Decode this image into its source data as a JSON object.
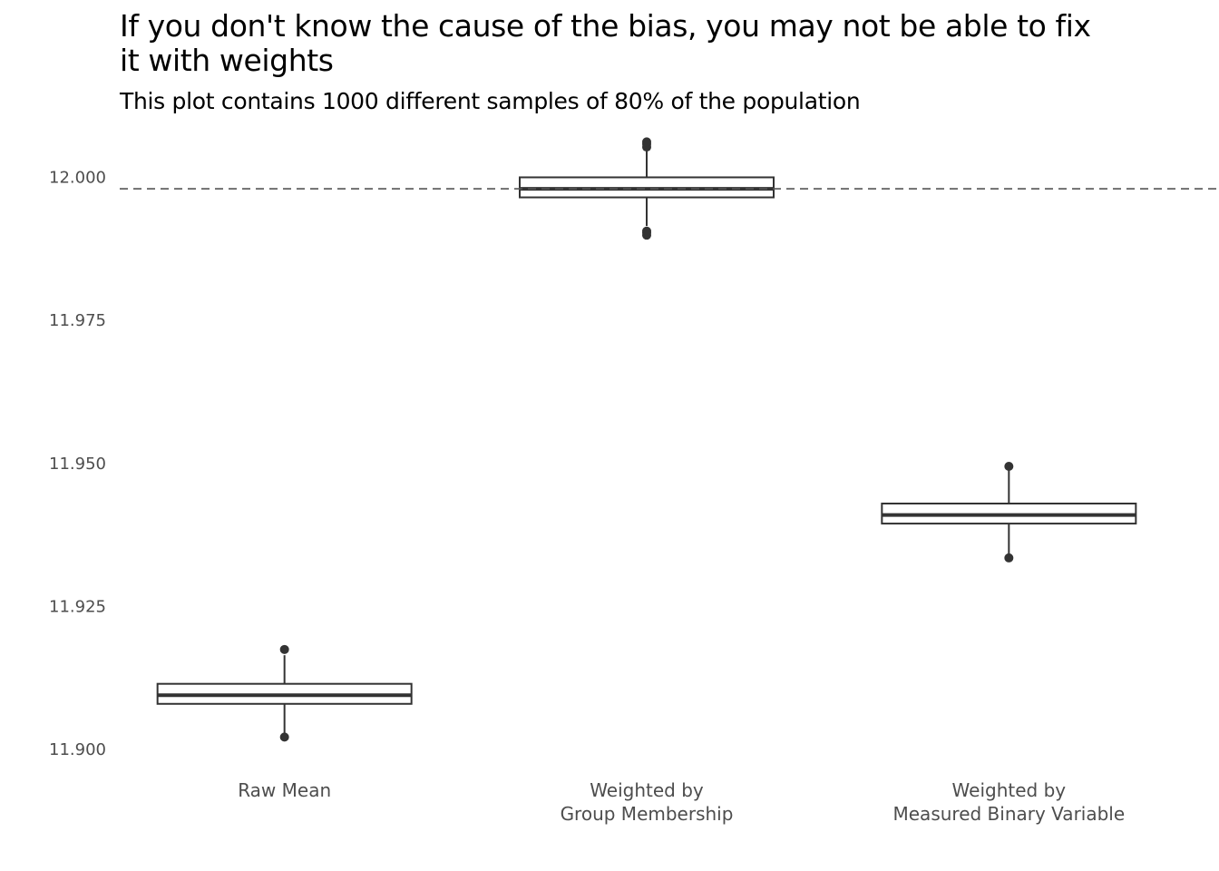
{
  "chart_data": {
    "type": "boxplot",
    "title": "If you don't know the cause of the bias, you may not be able to fix it with weights",
    "subtitle": "This plot contains 1000 different samples of 80% of the population",
    "xlabel": "",
    "ylabel": "",
    "ylim": [
      11.8975,
      12.008
    ],
    "grid": false,
    "reference_line": {
      "y": 11.998,
      "style": "dashed",
      "color": "#555555"
    },
    "y_ticks": [
      {
        "value": 11.9,
        "label": "11.900"
      },
      {
        "value": 11.925,
        "label": "11.925"
      },
      {
        "value": 11.95,
        "label": "11.950"
      },
      {
        "value": 11.975,
        "label": "11.975"
      },
      {
        "value": 12.0,
        "label": "12.000"
      }
    ],
    "categories": [
      "Raw Mean",
      "Weighted by\nGroup Membership",
      "Weighted by\nMeasured Binary Variable"
    ],
    "boxes": [
      {
        "category": "Raw Mean",
        "whisker_low": 11.9025,
        "q1": 11.908,
        "median": 11.9095,
        "q3": 11.9115,
        "whisker_high": 11.9165,
        "outliers": [
          11.9022,
          11.9175
        ]
      },
      {
        "category": "Weighted by\nGroup Membership",
        "whisker_low": 11.9915,
        "q1": 11.9965,
        "median": 11.998,
        "q3": 12.0,
        "whisker_high": 12.005,
        "outliers": [
          11.9899,
          11.9903,
          11.9906,
          12.0053,
          12.0058,
          12.0062
        ]
      },
      {
        "category": "Weighted by\nMeasured Binary Variable",
        "whisker_low": 11.934,
        "q1": 11.9395,
        "median": 11.941,
        "q3": 11.943,
        "whisker_high": 11.949,
        "outliers": [
          11.9335,
          11.9495
        ]
      }
    ]
  }
}
